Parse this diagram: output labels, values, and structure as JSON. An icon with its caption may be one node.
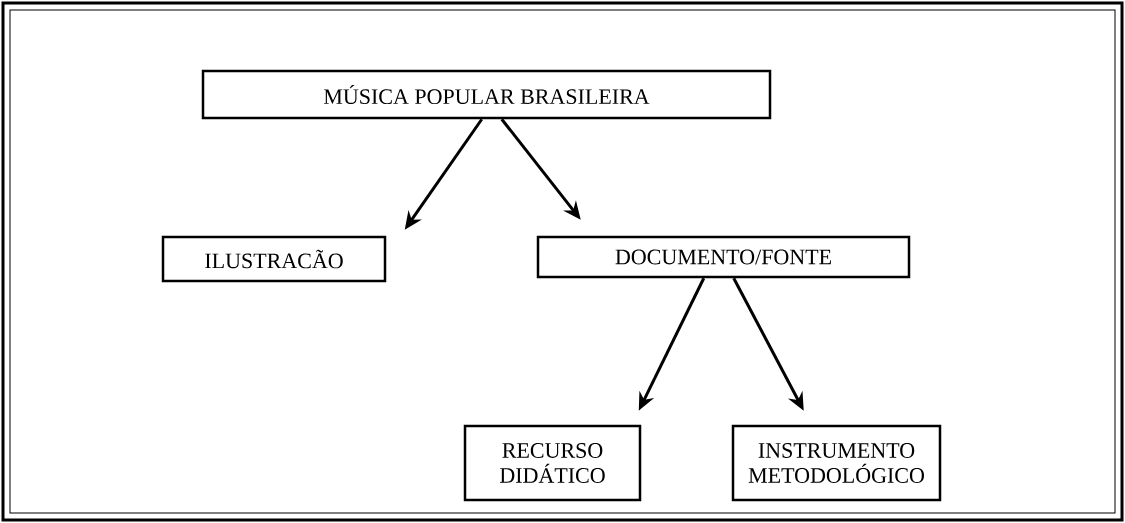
{
  "diagram": {
    "nodes": [
      {
        "text": [
          "MÚSICA POPULAR BRASILEIRA"
        ]
      },
      {
        "text": [
          "ILUSTRACÃO"
        ]
      },
      {
        "text": [
          "DOCUMENTO/FONTE"
        ]
      },
      {
        "text": [
          "RECURSO DIDÁTICO"
        ]
      },
      {
        "text": [
          "INSTRUMENTO METODOLÓGICO"
        ]
      }
    ],
    "edges": [
      {
        "from": 0,
        "to": 1,
        "arrow": "to"
      },
      {
        "from": 0,
        "to": 2,
        "arrow": "to"
      },
      {
        "from": 2,
        "to": 3,
        "arrow": "to"
      },
      {
        "from": 2,
        "to": 4,
        "arrow": "to"
      }
    ]
  }
}
